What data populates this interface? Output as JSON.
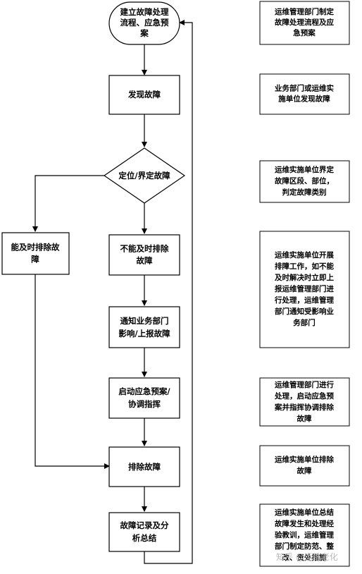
{
  "flow": {
    "start": [
      "建立故障处理",
      "流程、应急预",
      "案"
    ],
    "discover": [
      "发现故障"
    ],
    "decision": [
      "定位/界定故障"
    ],
    "can_fix": [
      "能及时排除故",
      "障"
    ],
    "cannot_fix": [
      "不能及时排除",
      "故障"
    ],
    "notify": [
      "通知业务部门",
      "影响/上报故障"
    ],
    "emergency": [
      "启动应急预案/",
      "协调指挥"
    ],
    "resolve": [
      "排除故障"
    ],
    "record": [
      "故障记录及分",
      "析总结"
    ]
  },
  "notes": {
    "n1": [
      "运维管理部门制定",
      "故障处理流程及应",
      "急预案"
    ],
    "n2": [
      "业务部门或运维实",
      "施单位发现故障"
    ],
    "n3": [
      "运维实施单位界定",
      "故障区段、部位，",
      "判定故障类别"
    ],
    "n4": [
      "运维实施单位开展",
      "排障工作，如不能",
      "及时解决时立即上",
      "报运维管理部门进",
      "行处理，运维管理",
      "部门通知受影响业",
      "务部门"
    ],
    "n5": [
      "运维管理部门进行",
      "处理，启动应急预",
      "案并指挥协调排除",
      "故障"
    ],
    "n6": [
      "运维实施单位排除",
      "故障"
    ],
    "n7": [
      "运维实施单位总结",
      "故障发生和处理经",
      "验教训，运维管理",
      "部门制定防范、整",
      "改、责处措施"
    ]
  },
  "watermark": "知乎 @运维老化",
  "colors": {
    "line": "#000000",
    "fill": "#ffffff",
    "watermark": "#b8b8b8"
  }
}
